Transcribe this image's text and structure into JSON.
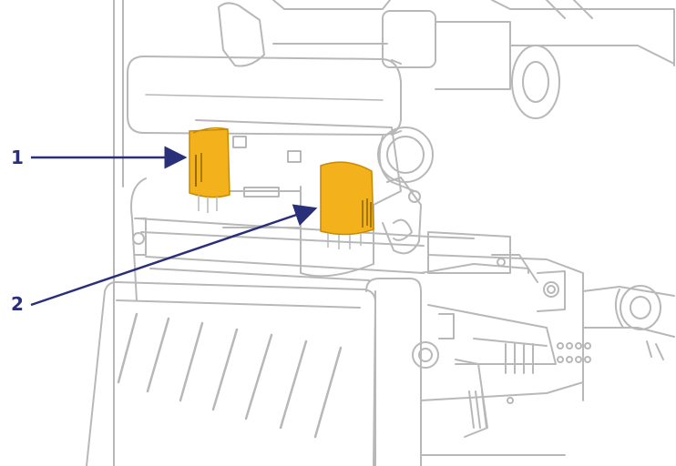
{
  "diagram": {
    "callouts": [
      {
        "number": "1",
        "target": "upper-knob"
      },
      {
        "number": "2",
        "target": "lower-knob"
      }
    ],
    "colors": {
      "line_art": "#b8b8b8",
      "line_art_dark": "#9a9a9a",
      "highlight_fill": "#f3b21b",
      "highlight_stroke": "#c98a00",
      "callout": "#2a2f7a"
    }
  }
}
